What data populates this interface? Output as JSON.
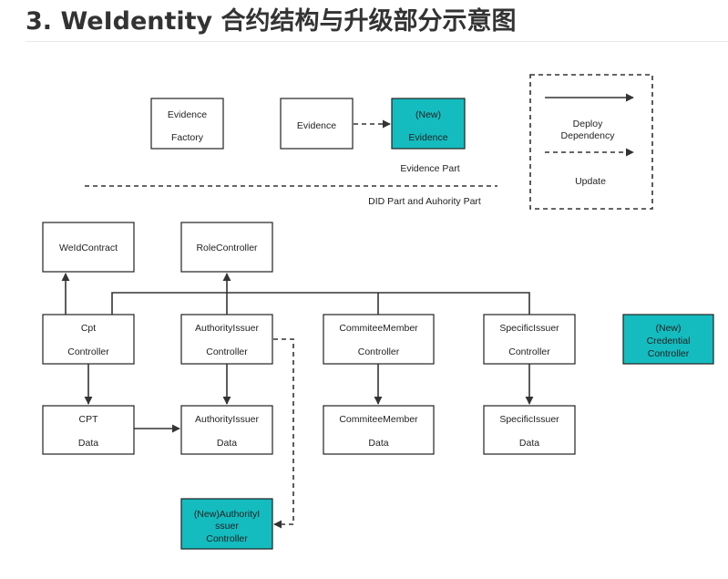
{
  "title": "3. WeIdentity 合约结构与升级部分示意图",
  "colors": {
    "new_box": "#14bcbf",
    "stroke": "#222222"
  },
  "legend": {
    "deploy": "Deploy",
    "dependency": "Dependency",
    "update": "Update"
  },
  "sections": {
    "evidence_part": "Evidence Part",
    "did_part": "DID Part and Auhority Part"
  },
  "nodes": {
    "evidence_factory": [
      "Evidence",
      "Factory"
    ],
    "evidence": [
      "Evidence"
    ],
    "new_evidence": [
      "(New)",
      "Evidence"
    ],
    "weid_contract": [
      "WeIdContract"
    ],
    "role_controller": [
      "RoleController"
    ],
    "cpt_controller": [
      "Cpt",
      "Controller"
    ],
    "authority_issuer_controller": [
      "AuthorityIssuer",
      "Controller"
    ],
    "commitee_member_controller": [
      "CommiteeMember",
      "Controller"
    ],
    "specific_issuer_controller": [
      "SpecificIssuer",
      "Controller"
    ],
    "new_credential_controller": [
      "(New)",
      "Credential",
      "Controller"
    ],
    "cpt_data": [
      "CPT",
      "Data"
    ],
    "authority_issuer_data": [
      "AuthorityIssuer",
      "Data"
    ],
    "commitee_member_data": [
      "CommiteeMember",
      "Data"
    ],
    "specific_issuer_data": [
      "SpecificIssuer",
      "Data"
    ],
    "new_authority_issuer_controller": [
      "(New)AuthorityI",
      "ssuer",
      "Controller"
    ]
  }
}
